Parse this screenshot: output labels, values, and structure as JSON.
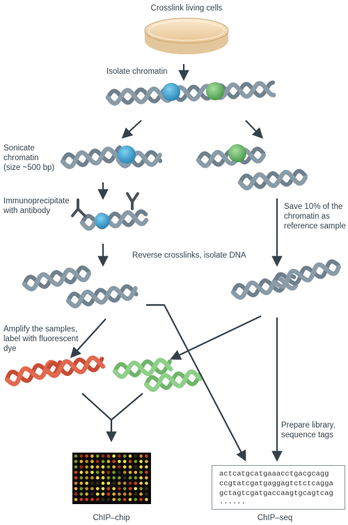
{
  "labels": {
    "crosslink": "Crosslink living cells",
    "isolate": "Isolate chromatin",
    "sonicate_1": "Sonicate",
    "sonicate_2": "chromatin",
    "sonicate_3": "(size ~500 bp)",
    "immuno_1": "Immunoprecipitate",
    "immuno_2": "with antibody",
    "save_1": "Save 10% of the",
    "save_2": "chromatin as",
    "save_3": "reference sample",
    "reverse": "Reverse crosslinks, isolate DNA",
    "amplify_1": "Amplify the samples,",
    "amplify_2": "label with fluorescent",
    "amplify_3": "dye",
    "prepare_1": "Prepare library,",
    "prepare_2": "sequence tags",
    "chip_chip": "ChIP–chip",
    "chip_seq": "ChIP–seq"
  },
  "sequence_lines": [
    "actcatgcatgaaacctgacgcagg",
    "ccgtatcgatgaggagtctctcagga",
    "gctagtcgatgaccaagtgcagtcag",
    "......"
  ],
  "colors": {
    "dna": "#8a9ba8",
    "dna_dark": "#6f808d",
    "protein_blue": "#3a9fd0",
    "protein_green": "#6dbb6a",
    "dna_red": "#e2684e",
    "dna_green": "#8fcf8a",
    "arrow": "#34414b",
    "dish": "#f3d9b4"
  }
}
